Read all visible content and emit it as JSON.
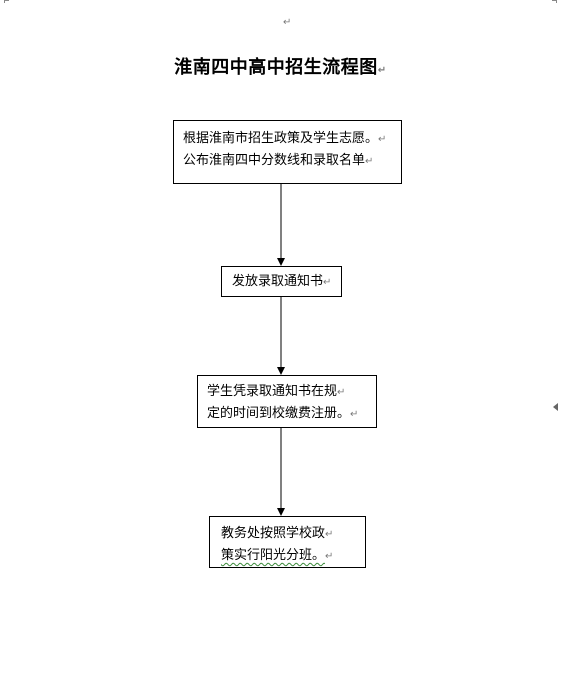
{
  "paragraph_mark": "↵",
  "title": "淮南四中高中招生流程图",
  "steps": [
    {
      "lines": [
        "根据淮南市招生政策及学生志愿。",
        "公布淮南四中分数线和录取名单"
      ]
    },
    {
      "lines": [
        "发放录取通知书"
      ]
    },
    {
      "lines": [
        "学生凭录取通知书在规",
        "定的时间到校缴费注册。"
      ]
    },
    {
      "lines": [
        "教务处按照学校政",
        "策实行阳光分班。"
      ]
    }
  ]
}
